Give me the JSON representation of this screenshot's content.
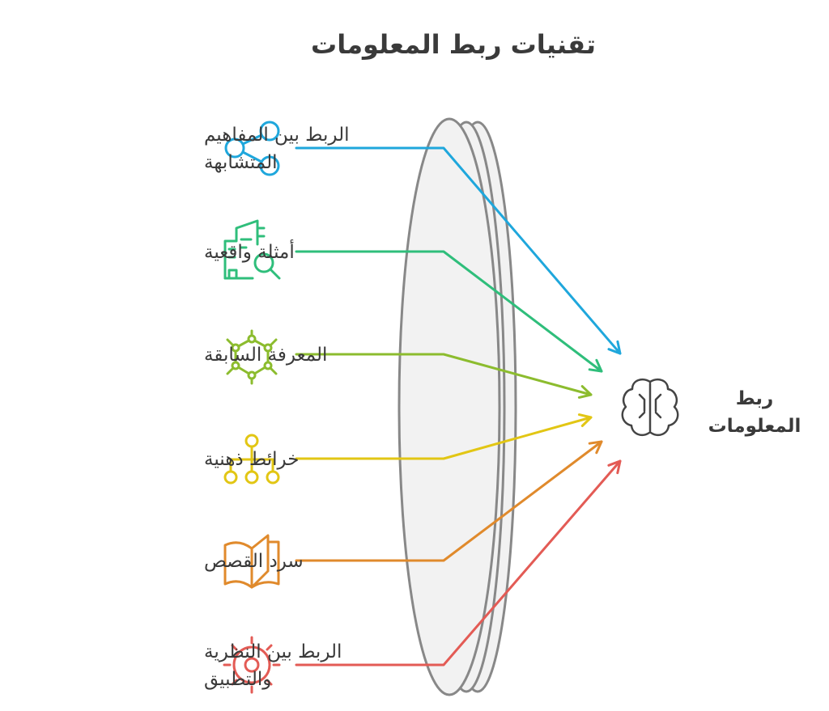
{
  "title": "تقنيات ربط المعلومات",
  "target": {
    "label_lines": [
      "ربط",
      "المعلومات"
    ],
    "icon": "brain-icon",
    "color": "#444444"
  },
  "lens": {
    "fill": "#f2f2f2",
    "stroke": "#888888"
  },
  "items": [
    {
      "label_lines": [
        "الربط بين المفاهيم",
        "المتشابهة"
      ],
      "icon": "share-nodes-icon",
      "color": "#1fa7dc"
    },
    {
      "label_lines": [
        "أمثلة واقعية"
      ],
      "icon": "building-search-icon",
      "color": "#2fbe7b"
    },
    {
      "label_lines": [
        "المعرفة السابقة"
      ],
      "icon": "molecule-icon",
      "color": "#8cbc2e"
    },
    {
      "label_lines": [
        "خرائط ذهنية"
      ],
      "icon": "hierarchy-icon",
      "color": "#e2c614"
    },
    {
      "label_lines": [
        "سرد القصص"
      ],
      "icon": "open-book-icon",
      "color": "#e08a2c"
    },
    {
      "label_lines": [
        "الربط بين النظرية",
        "والتطبيق"
      ],
      "icon": "target-gear-icon",
      "color": "#e35b55"
    }
  ]
}
